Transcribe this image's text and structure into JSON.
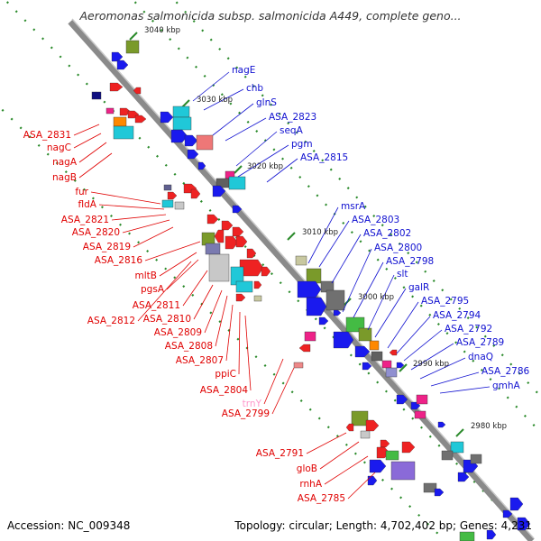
{
  "title": "Aeromonas salmonicida subsp. salmonicida A449, complete geno...",
  "accession": "Accession: NC_009348",
  "topology": "Topology: circular; Length: 4,702,402 bp; Genes: 4,231",
  "kbp_ticks": [
    "3040 kbp",
    "3030 kbp",
    "3020 kbp",
    "3010 kbp",
    "3000 kbp",
    "2990 kbp",
    "2980 kbp"
  ],
  "colors": {
    "left_label": "#e00000",
    "right_label": "#1010d0",
    "trna_label": "#ff99cc",
    "backbone": "#8a8a8a",
    "tick": "#2a8a2a"
  },
  "left_labels": [
    "ASA_2831",
    "nagC",
    "nagA",
    "nagB",
    "fur",
    "fldA",
    "ASA_2821",
    "ASA_2820",
    "ASA_2819",
    "ASA_2816",
    "mltB",
    "pgsA",
    "ASA_2811",
    "ASA_2812",
    "ASA_2810",
    "ASA_2809",
    "ASA_2808",
    "ASA_2807",
    "ppiC",
    "ASA_2804",
    "trnY",
    "ASA_2799",
    "ASA_2791",
    "gloB",
    "rnhA",
    "ASA_2785"
  ],
  "right_labels": [
    "nagE",
    "chb",
    "glnS",
    "ASA_2823",
    "seqA",
    "pgm",
    "ASA_2815",
    "msrA",
    "ASA_2803",
    "ASA_2802",
    "ASA_2800",
    "ASA_2798",
    "slt",
    "galR",
    "ASA_2795",
    "ASA_2794",
    "ASA_2792",
    "ASA_2789",
    "dnaQ",
    "ASA_2786",
    "gmhA"
  ]
}
